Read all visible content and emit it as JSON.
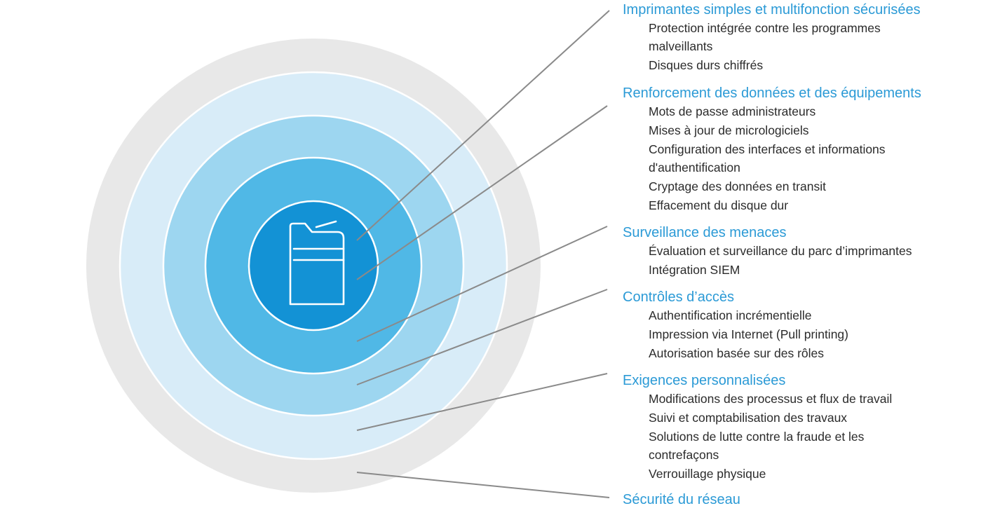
{
  "colors": {
    "ring_outer": "#e8e8e8",
    "ring_2": "#d8ecf8",
    "ring_3": "#9dd6f0",
    "ring_4": "#50b8e6",
    "ring_core": "#1392d5",
    "ring_separator": "#ffffff",
    "leader_line": "#8a8a8a",
    "title_text": "#2b9ad6",
    "item_text": "#2b2b2b",
    "printer_icon": "#ffffff"
  },
  "center_icon": "printer-icon",
  "sections": [
    {
      "title": "Imprimantes simples et multifonction sécurisées",
      "items": [
        "Protection intégrée contre les programmes malveillants",
        "Disques durs chiffrés"
      ]
    },
    {
      "title": "Renforcement des données et des équipements",
      "items": [
        "Mots de passe administrateurs",
        "Mises à jour de micrologiciels",
        "Configuration des interfaces et informations d'authentification",
        "Cryptage des données en transit",
        "Effacement du disque dur"
      ]
    },
    {
      "title": "Surveillance des menaces",
      "items": [
        "Évaluation et surveillance du parc d’imprimantes",
        "Intégration SIEM"
      ]
    },
    {
      "title": "Contrôles d’accès",
      "items": [
        "Authentification incrémentielle",
        "Impression via Internet (Pull printing)",
        "Autorisation basée sur des rôles"
      ]
    },
    {
      "title": "Exigences personnalisées",
      "items": [
        "Modifications des processus et flux de travail",
        "Suivi et comptabilisation des travaux",
        "Solutions de lutte contre la fraude et les contrefaçons",
        "Verrouillage physique"
      ]
    },
    {
      "title": "Sécurité du réseau",
      "items": []
    }
  ]
}
